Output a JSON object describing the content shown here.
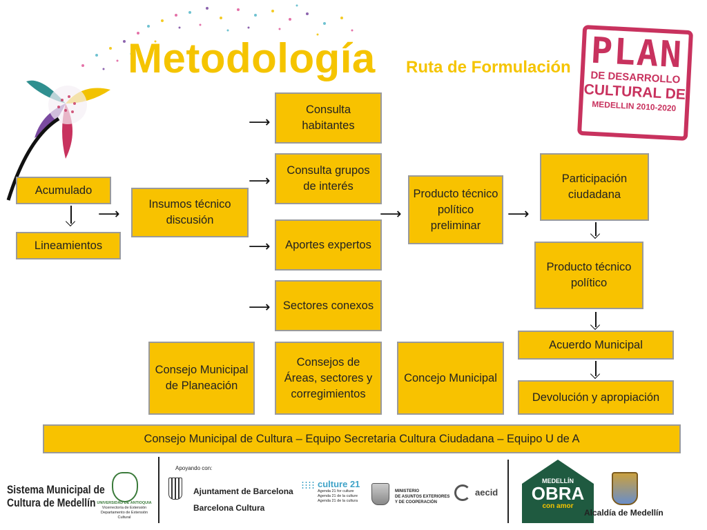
{
  "header": {
    "title": "Metodología",
    "subtitle": "Ruta de Formulación"
  },
  "plan_logo": {
    "line1": "PLAN",
    "line2": "DE DESARROLLO",
    "line3": "CULTURAL DE",
    "line4": "MEDELLIN 2010-2020"
  },
  "diagram": {
    "acumulado": "Acumulado",
    "lineamientos": "Lineamientos",
    "insumos": "Insumos técnico discusión",
    "consulta_habitantes": "Consulta habitantes",
    "consulta_grupos": "Consulta grupos de interés",
    "aportes_expertos": "Aportes expertos",
    "sectores_conexos": "Sectores conexos",
    "producto_preliminar": "Producto técnico político preliminar",
    "participacion": "Participación ciudadana",
    "producto_tecnico": "Producto técnico político",
    "acuerdo": "Acuerdo Municipal",
    "devolucion": "Devolución y apropiación",
    "consejo_planeacion": "Consejo Municipal de Planeación",
    "consejos_areas": "Consejos de Áreas, sectores y corregimientos",
    "concejo": "Concejo Municipal",
    "bottom_bar": "Consejo Municipal de Cultura – Equipo Secretaria Cultura Ciudadana – Equipo U de A",
    "arrow_glyph": "⟶"
  },
  "footer": {
    "sistema_line1": "Sistema Municipal de",
    "sistema_line2": "Cultura de Medellín",
    "udea_name": "UNIVERSIDAD DE ANTIOQUIA",
    "udea_sub1": "Vicerrectoría de Extensión",
    "udea_sub2": "Departamento de Extensión Cultural",
    "apoyo": "Apoyando con:",
    "barcelona1": "Ajuntament de Barcelona",
    "barcelona2": "Barcelona Cultura",
    "culture21": "culture 21",
    "culture21_sub1": "Agenda 21 for culture",
    "culture21_sub2": "Agenda 21 de la culture",
    "culture21_sub3": "Agenda 21 de la cultura",
    "ministerio1": "MINISTERIO",
    "ministerio2": "DE ASUNTOS EXTERIORES",
    "ministerio3": "Y DE COOPERACIÓN",
    "aecid": "aecid",
    "obra1": "MEDELLÍN",
    "obra2": "OBRA",
    "obra3": "con amor",
    "alcaldia": "Alcaldía de Medellín"
  },
  "colors": {
    "box_fill": "#F8C200",
    "title": "#F5C400",
    "plan_magenta": "#C8325E"
  }
}
